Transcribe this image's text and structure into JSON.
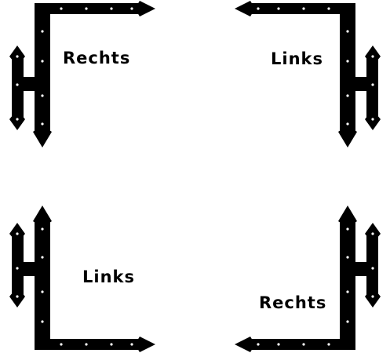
{
  "labels": {
    "top_left": "Rechts",
    "top_right": "Links",
    "bottom_left": "Links",
    "bottom_right": "Rechts"
  },
  "colors": {
    "ink": "#000000",
    "rivet": "#ffffff",
    "background": "#ffffff"
  }
}
